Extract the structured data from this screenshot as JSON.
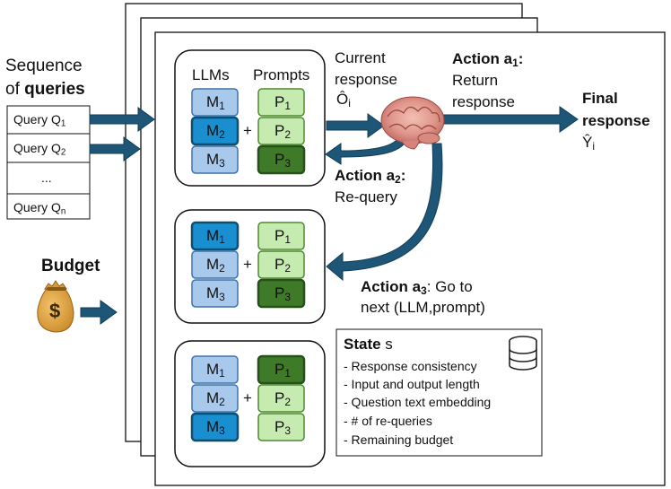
{
  "left": {
    "sequence_line1": "Sequence",
    "sequence_line2_prefix": "of ",
    "sequence_line2_bold": "queries",
    "queries": [
      {
        "label": "Query Q",
        "sub": "1"
      },
      {
        "label": "Query Q",
        "sub": "2"
      },
      {
        "label": "...",
        "sub": ""
      },
      {
        "label": "Query Q",
        "sub": "n"
      }
    ],
    "budget": "Budget",
    "money_symbol": "$"
  },
  "panel_top": {
    "llms_header": "LLMs",
    "prompts_header": "Prompts"
  },
  "models": [
    "M",
    "M",
    "M"
  ],
  "model_subs": [
    "1",
    "2",
    "3"
  ],
  "prompts": [
    "P",
    "P",
    "P"
  ],
  "prompt_subs": [
    "1",
    "2",
    "3"
  ],
  "plus": "+",
  "current_response": {
    "line1": "Current",
    "line2": "response",
    "symbol": "Ô",
    "sub": "i"
  },
  "action1": {
    "bold": "Action a",
    "sub": "1",
    "suffix": ":",
    "line2": "Return",
    "line3": "response"
  },
  "action2": {
    "bold": "Action a",
    "sub": "2",
    "suffix": ":",
    "line2": "Re-query"
  },
  "action3": {
    "bold": "Action a",
    "sub": "3",
    "suffix": ": Go to",
    "line2": "next (LLM,prompt)"
  },
  "final": {
    "line1": "Final",
    "line2": "response",
    "symbol": "Ŷ",
    "sub": "i"
  },
  "state": {
    "title_bold": "State",
    "title_rest": " s",
    "items": [
      "- Response consistency",
      "- Input and output length",
      "- Question text embedding",
      "- # of re-queries",
      "- Remaining budget"
    ]
  },
  "colors": {
    "arrow": "#1d5677",
    "arrow_dark": "#123d55",
    "model_light": "#a9c9ec",
    "model_border": "#3f72a8",
    "model_active": "#1a8fcf",
    "model_active_border": "#0b4f75",
    "prompt_light": "#c6ebb0",
    "prompt_border": "#4f8a2f",
    "prompt_dark": "#3e7a27",
    "prompt_dark_border": "#24501a"
  }
}
